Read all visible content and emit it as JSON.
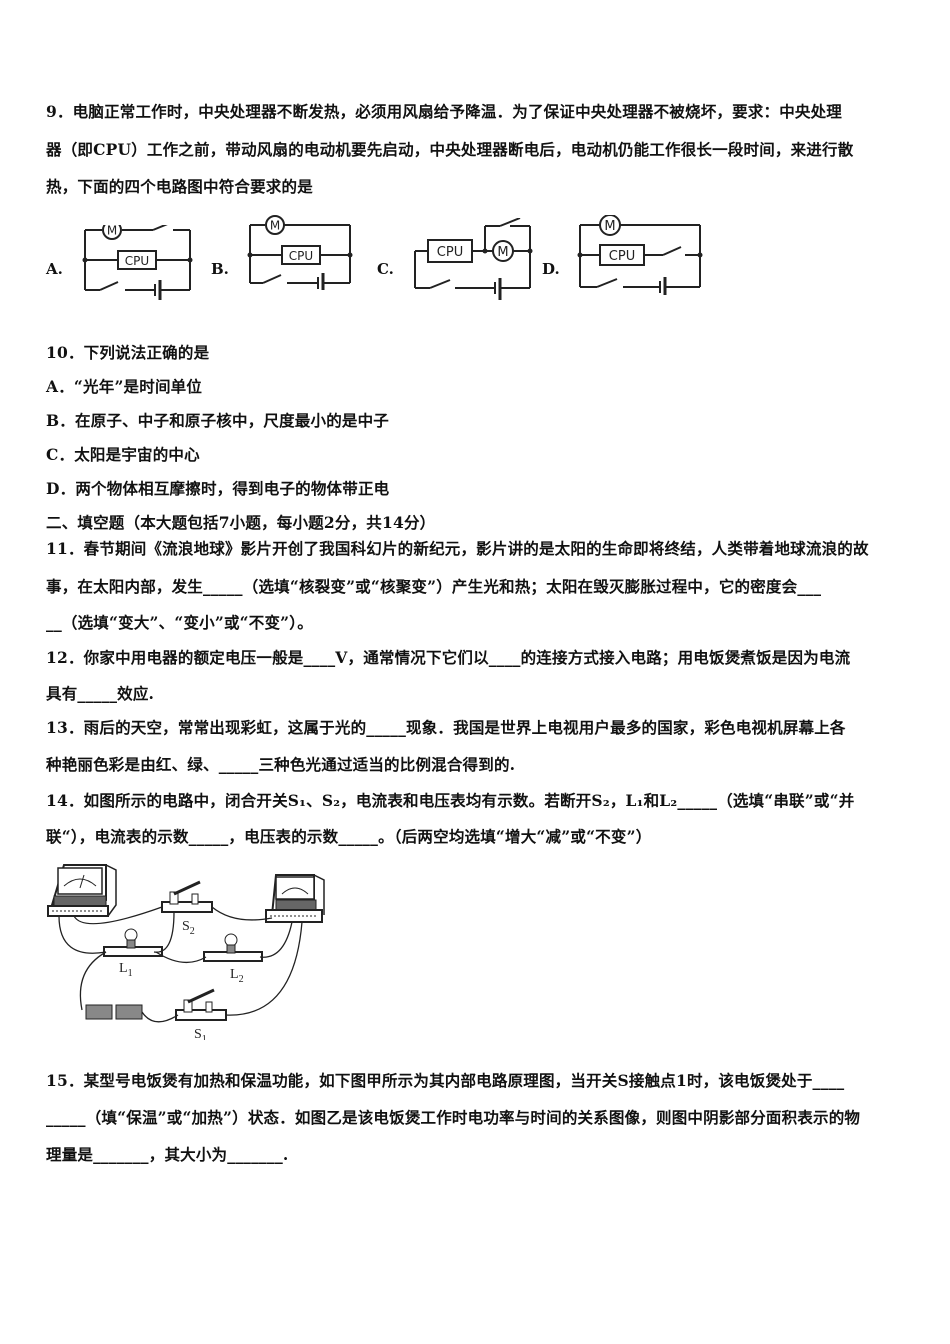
{
  "q9": {
    "lines": [
      "9．电脑正常工作时，中央处理器不断发热，必须用风扇给予降温．为了保证中央处理器不被烧坏，要求：中央处理",
      "器（即CPU）工作之前，带动风扇的电动机要先启动，中央处理器断电后，电动机仍能工作很长一段时间，来进行散",
      "热，下面的四个电路图中符合要求的是"
    ],
    "options": [
      {
        "label": "A.",
        "cpu": "CPU",
        "motor": "M"
      },
      {
        "label": "B.",
        "cpu": "CPU",
        "motor": "M"
      },
      {
        "label": "C.",
        "cpu": "CPU",
        "motor": "M"
      },
      {
        "label": "D.",
        "cpu": "CPU",
        "motor": "M"
      }
    ]
  },
  "q10": {
    "stem": "10．下列说法正确的是",
    "options": [
      "A．“光年”是时间单位",
      "B．在原子、中子和原子核中，尺度最小的是中子",
      "C．太阳是宇宙的中心",
      "D．两个物体相互摩擦时，得到电子的物体带正电"
    ]
  },
  "section2": {
    "heading": "二、填空题（本大题包括7小题，每小题2分，共14分）"
  },
  "q11": {
    "lines": [
      "11．春节期间《流浪地球》影片开创了我国科幻片的新纪元，影片讲的是太阳的生命即将终结，人类带着地球流浪的故",
      "事，在太阳内部，发生_____（选填“核裂变”或“核聚变”）产生光和热；太阳在毁灭膨胀过程中，它的密度会___",
      "__（选填“变大”、“变小”或“不变”）。"
    ]
  },
  "q12": {
    "lines": [
      "12．你家中用电器的额定电压一般是____V，通常情况下它们以____的连接方式接入电路；用电饭煲煮饭是因为电流",
      "具有_____效应."
    ]
  },
  "q13": {
    "lines": [
      "13．雨后的天空，常常出现彩虹，这属于光的_____现象．我国是世界上电视用户最多的国家，彩色电视机屏幕上各",
      "种艳丽色彩是由红、绿、_____三种色光通过适当的比例混合得到的."
    ]
  },
  "q14": {
    "lines": [
      "14．如图所示的电路中，闭合开关S₁、S₂，电流表和电压表均有示数。若断开S₂，L₁和L₂_____（选填“串联”或“并",
      "联“），电流表的示数_____，电压表的示数_____。（后两空均选填“增大“减”或“不变”）"
    ],
    "figure_labels": {
      "s1": "S",
      "s1_sub": "1",
      "s2": "S",
      "s2_sub": "2",
      "l1": "L",
      "l1_sub": "1",
      "l2": "L",
      "l2_sub": "2"
    }
  },
  "q15": {
    "lines": [
      "15．某型号电饭煲有加热和保温功能，如下图甲所示为其内部电路原理图，当开关S接触点1时，该电饭煲处于____",
      "_____（填“保温”或“加热”）状态．如图乙是该电饭煲工作时电功率与时间的关系图像，则图中阴影部分面积表示的物",
      "理量是_______，其大小为_______."
    ]
  }
}
